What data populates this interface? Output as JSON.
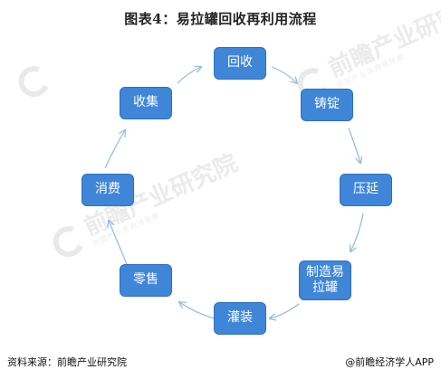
{
  "title": "图表4：易拉罐回收再利用流程",
  "nodes": [
    {
      "id": "recycle",
      "label": "回收"
    },
    {
      "id": "casting",
      "label": "铸锭"
    },
    {
      "id": "rolling",
      "label": "压延"
    },
    {
      "id": "making",
      "label": "制造易拉罐"
    },
    {
      "id": "filling",
      "label": "灌装"
    },
    {
      "id": "retail",
      "label": "零售"
    },
    {
      "id": "consume",
      "label": "消费"
    },
    {
      "id": "collect",
      "label": "收集"
    }
  ],
  "watermark": {
    "brand": "前瞻产业研究院",
    "sub": "中国产业咨询领导者"
  },
  "footer": {
    "source": "资料来源：前瞻产业研究院",
    "credit": "@前瞻经济学人APP"
  },
  "colors": {
    "node_fill": "#3f86d9",
    "arrow": "#8fb9e6"
  }
}
